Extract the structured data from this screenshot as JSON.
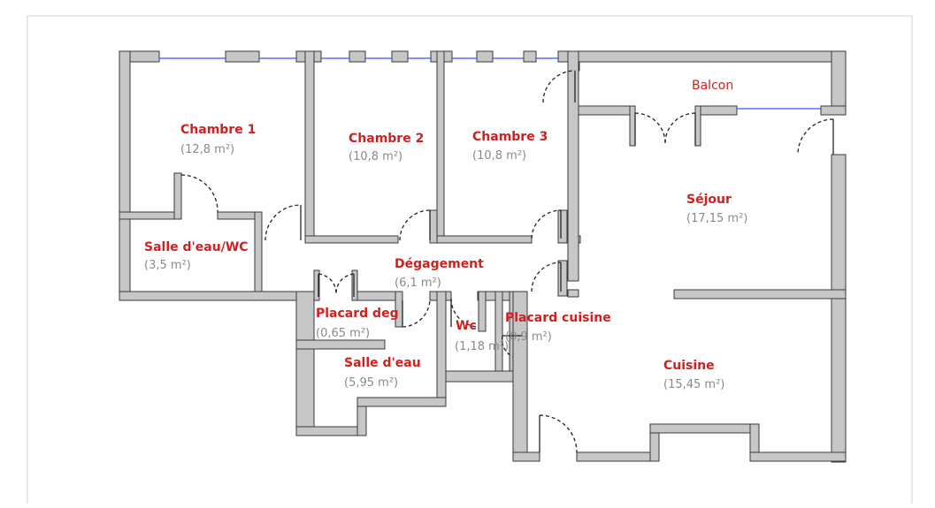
{
  "colors": {
    "wall_fill": "#c7c7c7",
    "wall_stroke": "#3a3a3a",
    "label_red": "#d21f1f",
    "area_gray": "#8a8a8a",
    "window_blue": "#3355ff",
    "frame_border": "#cfcfcf"
  },
  "icons": [
    "door-swing-icon",
    "window-icon"
  ],
  "rooms": [
    {
      "id": "chambre-1",
      "name": "Chambre 1",
      "area": "(12,8 m²)"
    },
    {
      "id": "chambre-2",
      "name": "Chambre 2",
      "area": "(10,8 m²)"
    },
    {
      "id": "chambre-3",
      "name": "Chambre 3",
      "area": "(10,8 m²)"
    },
    {
      "id": "balcon",
      "name": "Balcon",
      "area": ""
    },
    {
      "id": "sejour",
      "name": "Séjour",
      "area": "(17,15 m²)"
    },
    {
      "id": "salle-eau-wc",
      "name": "Salle d'eau/WC",
      "area": "(3,5 m²)"
    },
    {
      "id": "degagement",
      "name": "Dégagement",
      "area": "(6,1 m²)"
    },
    {
      "id": "placard-deg",
      "name": "Placard deg",
      "area": "(0,65 m²)"
    },
    {
      "id": "wc",
      "name": "Wc",
      "area": "(1,18 m²)"
    },
    {
      "id": "placard-cuisine",
      "name": "Placard cuisine",
      "area": "(0,9 m²)"
    },
    {
      "id": "salle-eau",
      "name": "Salle d'eau",
      "area": "(5,95 m²)"
    },
    {
      "id": "cuisine",
      "name": "Cuisine",
      "area": "(15,45 m²)"
    }
  ]
}
